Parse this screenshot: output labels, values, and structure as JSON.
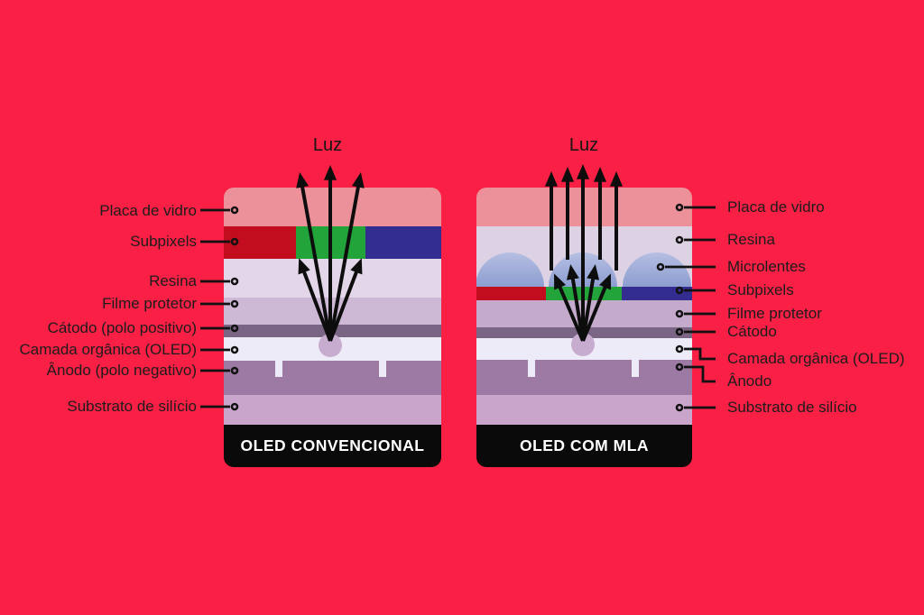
{
  "page": {
    "background": "#FA2045"
  },
  "left_diagram": {
    "title": "OLED CONVENCIONAL",
    "light_label": "Luz",
    "labels": [
      "Placa de vidro",
      "Subpixels",
      "Resina",
      "Filme protetor",
      "Cátodo (polo positivo)",
      "Camada orgânica (OLED)",
      "Ânodo (polo negativo)",
      "Substrato de silício"
    ]
  },
  "right_diagram": {
    "title": "OLED COM MLA",
    "light_label": "Luz",
    "labels": [
      "Placa de vidro",
      "Resina",
      "Microlentes",
      "Subpixels",
      "Filme protetor",
      "Cátodo",
      "Camada orgânica (OLED)",
      "Ânodo",
      "Substrato de silício"
    ]
  },
  "colors": {
    "background": "#FA2045",
    "label_text": "#1C1C1C",
    "leader_line": "#111111",
    "arrow": "#0D0D0D",
    "panel_black": "#0A0A0A",
    "title_text": "#FFFFFF",
    "glass": "#EC9199",
    "subpixel_red": "#C10D1E",
    "subpixel_green": "#22A43B",
    "subpixel_blue": "#332D92",
    "resina_left": "#E2D6E8",
    "resina_right": "#DDD2E4",
    "filme_left": "#CDB9D6",
    "filme_right": "#C5ABCB",
    "catodo": "#7B6584",
    "camada_organica": "#EDEBF7",
    "emitter": "#C8ACCF",
    "anodo": "#9C7AA4",
    "substrato": "#C9A5CC",
    "microlens_top": "#B6BFE2",
    "microlens_bottom": "#8C9DD0"
  }
}
